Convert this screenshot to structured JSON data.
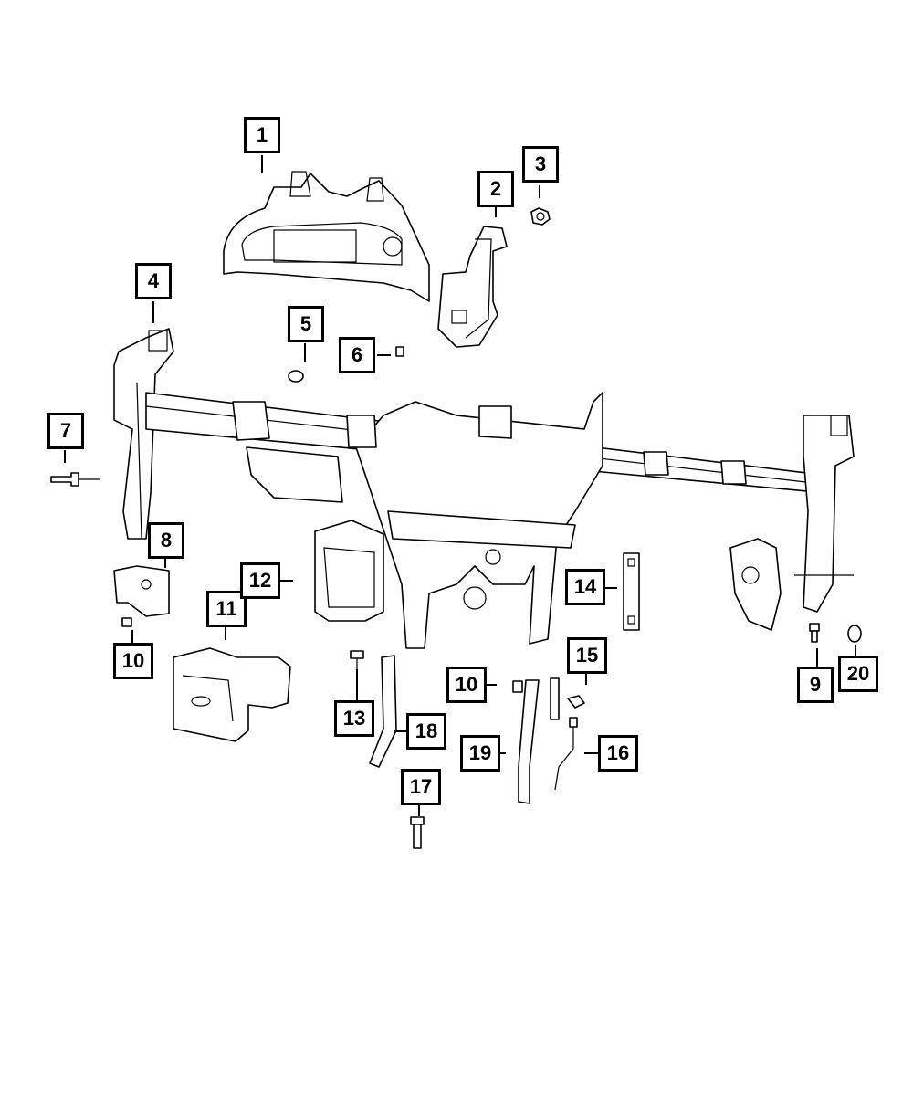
{
  "callouts": [
    {
      "id": "c1",
      "number": "1"
    },
    {
      "id": "c2",
      "number": "2"
    },
    {
      "id": "c3",
      "number": "3"
    },
    {
      "id": "c4",
      "number": "4"
    },
    {
      "id": "c5",
      "number": "5"
    },
    {
      "id": "c6",
      "number": "6"
    },
    {
      "id": "c7",
      "number": "7"
    },
    {
      "id": "c8",
      "number": "8"
    },
    {
      "id": "c9",
      "number": "9"
    },
    {
      "id": "c10a",
      "number": "10"
    },
    {
      "id": "c10b",
      "number": "10"
    },
    {
      "id": "c11",
      "number": "11"
    },
    {
      "id": "c12",
      "number": "12"
    },
    {
      "id": "c13",
      "number": "13"
    },
    {
      "id": "c14",
      "number": "14"
    },
    {
      "id": "c15",
      "number": "15"
    },
    {
      "id": "c16",
      "number": "16"
    },
    {
      "id": "c17",
      "number": "17"
    },
    {
      "id": "c18",
      "number": "18"
    },
    {
      "id": "c19",
      "number": "19"
    },
    {
      "id": "c20",
      "number": "20"
    }
  ]
}
